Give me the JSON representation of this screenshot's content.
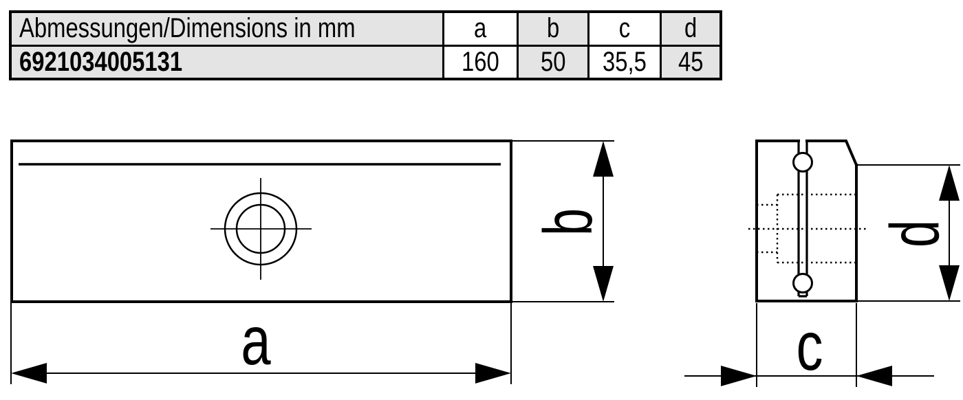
{
  "table": {
    "header_label": "Abmessungen/Dimensions in mm",
    "columns": [
      "a",
      "b",
      "c",
      "d"
    ],
    "part_number": "6921034005131",
    "values": [
      "160",
      "50",
      "35,5",
      "45"
    ]
  },
  "drawing": {
    "front_view": {
      "width_label": "a",
      "height_label": "b"
    },
    "side_view": {
      "width_label": "c",
      "height_label": "d"
    }
  },
  "colors": {
    "cell_gray": "#e4e4e4",
    "cell_white": "#ffffff",
    "line_black": "#000000"
  }
}
